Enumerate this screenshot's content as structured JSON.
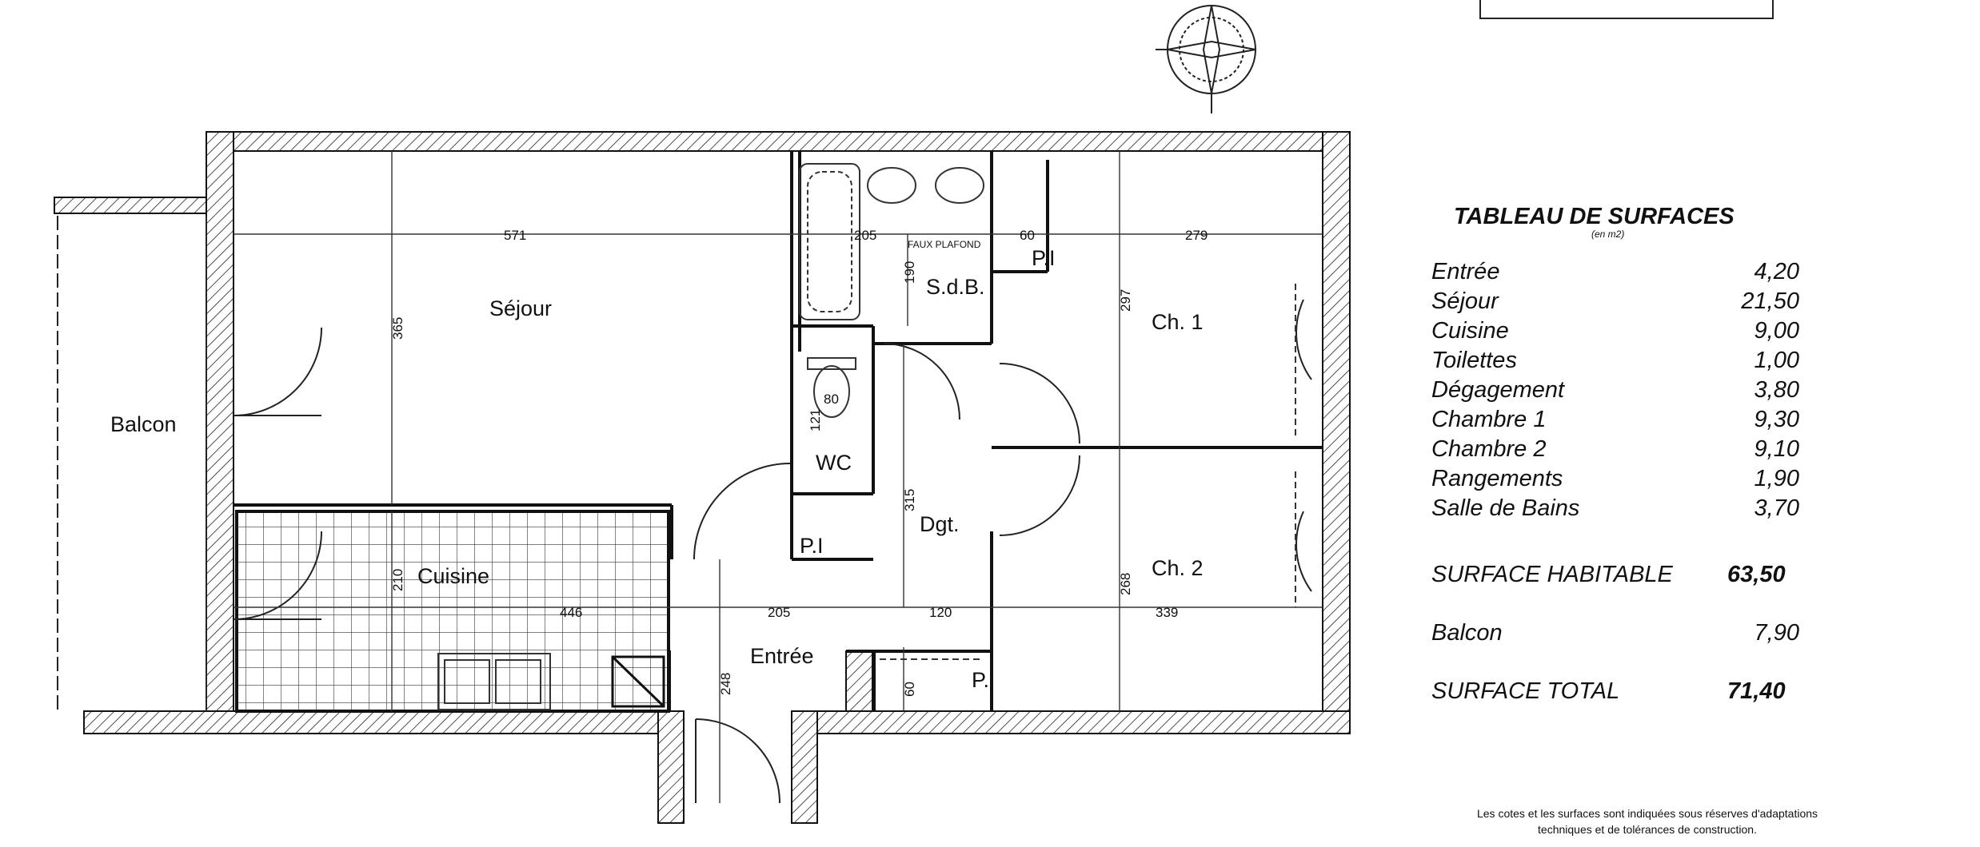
{
  "plan": {
    "rooms": {
      "sejour": "Séjour",
      "balcon": "Balcon",
      "cuisine": "Cuisine",
      "entree": "Entrée",
      "dgt": "Dgt.",
      "wc": "WC",
      "sdb": "S.d.B.",
      "ch1": "Ch. 1",
      "ch2": "Ch. 2",
      "pi": "P.I",
      "faux_plafond": "FAUX PLAFOND"
    },
    "dims": {
      "d571": "571",
      "d365": "365",
      "d205a": "205",
      "d60a": "60",
      "d279": "279",
      "d190": "190",
      "d297": "297",
      "d80": "80",
      "d121": "121",
      "d315": "315",
      "d210": "210",
      "d446": "446",
      "d205b": "205",
      "d120": "120",
      "d268": "268",
      "d339": "339",
      "d248": "248",
      "d60b": "60"
    }
  },
  "title_box": "NE VARIETUR",
  "table": {
    "title": "TABLEAU DE SURFACES",
    "unit": "(en m2)",
    "rows": [
      {
        "label": "Entrée",
        "value": "4,20"
      },
      {
        "label": "Séjour",
        "value": "21,50"
      },
      {
        "label": "Cuisine",
        "value": "9,00"
      },
      {
        "label": "Toilettes",
        "value": "1,00"
      },
      {
        "label": "Dégagement",
        "value": "3,80"
      },
      {
        "label": "Chambre 1",
        "value": "9,30"
      },
      {
        "label": "Chambre 2",
        "value": "9,10"
      },
      {
        "label": "Rangements",
        "value": "1,90"
      },
      {
        "label": "Salle de Bains",
        "value": "3,70"
      }
    ],
    "habitable_label": "SURFACE HABITABLE",
    "habitable_value": "63,50",
    "balcon_label": "Balcon",
    "balcon_value": "7,90",
    "total_label": "SURFACE  TOTAL",
    "total_value": "71,40"
  },
  "note": {
    "line1": "Les cotes et les surfaces sont indiquées sous réserves d'adaptations",
    "line2": "techniques et de tolérances de construction."
  }
}
